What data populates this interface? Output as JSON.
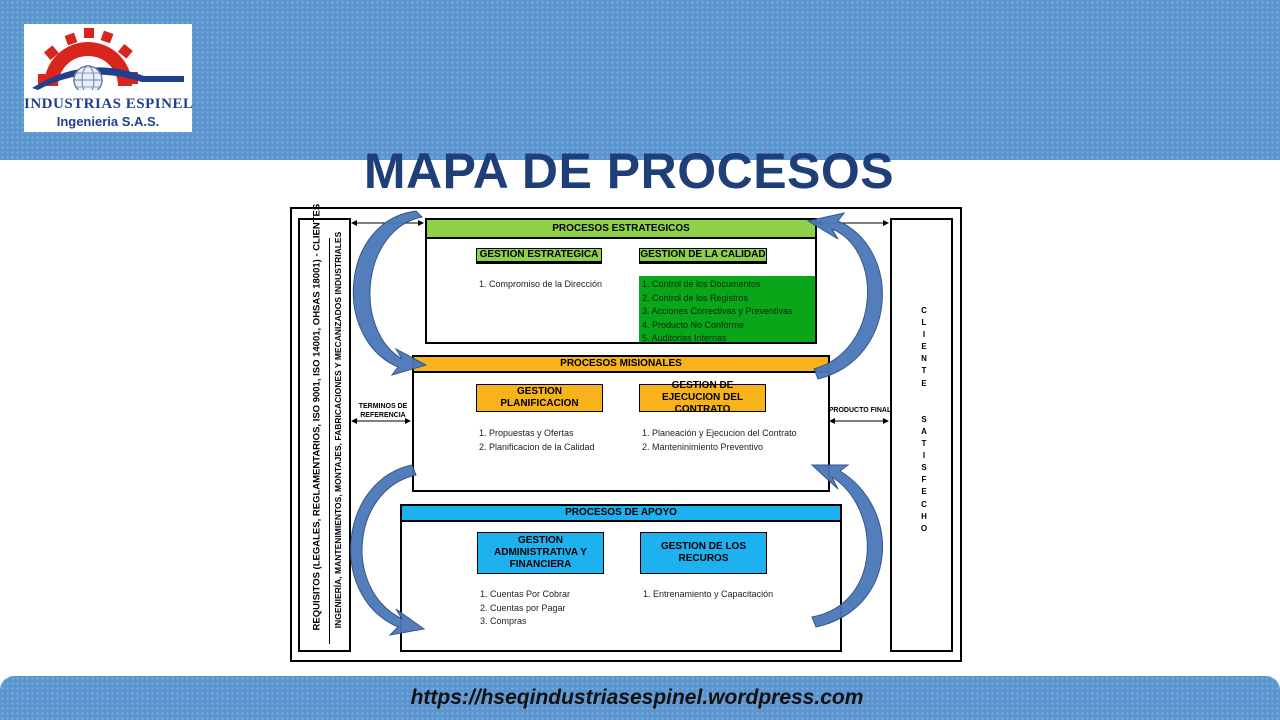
{
  "logo": {
    "line1": "INDUSTRIAS ESPINEL",
    "line2": "Ingenieria S.A.S."
  },
  "title": "MAPA DE PROCESOS",
  "footer_url": "https://hseqindustriasespinel.wordpress.com",
  "diagram": {
    "left_column_outer": "REQUISITOS (LEGALES, REGLAMENTARIOS, ISO 9001, ISO 14001, OHSAS 18001) - CLIENTES",
    "left_column_inner": "INGENIERÍA, MANTENIMIENTOS, MONTAJES, FABRICACIONES Y MECANIZADOS INDUSTRIALES",
    "terminos": "TERMINOS DE\nREFERENCIA",
    "producto_final": "PRODUCTO FINAL",
    "cliente": "C\nL\nI\nE\nN\nT\nE\n\n\nS\nA\nT\nI\nS\nF\nE\nC\nH\nO",
    "estrategicos": {
      "header": "PROCESOS ESTRATEGICOS",
      "gestion_estrategica": {
        "label": "GESTION ESTRATEGICA",
        "items": [
          "1. Compromiso de la Dirección"
        ]
      },
      "gestion_calidad": {
        "label": "GESTION DE LA CALIDAD",
        "items": [
          "1. Control de los Documentos",
          "2. Control de los Registros",
          "3. Acciones Correctivas y Preventivas",
          "4. Producto No Conforme",
          "5. Auditorias Internas"
        ]
      }
    },
    "misionales": {
      "header": "PROCESOS MISIONALES",
      "gestion_planificacion": {
        "label": "GESTION PLANIFICACION",
        "items": [
          "1. Propuestas y Ofertas",
          "2. Planificacion de la Calidad"
        ]
      },
      "gestion_ejecucion": {
        "label": "GESTION DE EJECUCION DEL CONTRATO",
        "items": [
          "1. Planeación y Ejecucion del Contrato",
          "2. Manteninimiento Preventivo"
        ]
      }
    },
    "apoyo": {
      "header": "PROCESOS DE APOYO",
      "gestion_administrativa": {
        "label": "GESTION ADMINISTRATIVA Y FINANCIERA",
        "items": [
          "1. Cuentas Por Cobrar",
          "2. Cuentas por Pagar",
          "3. Compras"
        ]
      },
      "gestion_recursos": {
        "label": "GESTION DE LOS RECUROS",
        "items": [
          "1. Entrenamiento y Capacitación"
        ]
      }
    }
  },
  "colors": {
    "band": "#5b95d0",
    "title": "#1f3f78",
    "green": "#8fd24a",
    "dark_green": "#09a61a",
    "orange": "#f7b21c",
    "blue": "#1eb1ef",
    "arrow": "#4a78b8"
  }
}
